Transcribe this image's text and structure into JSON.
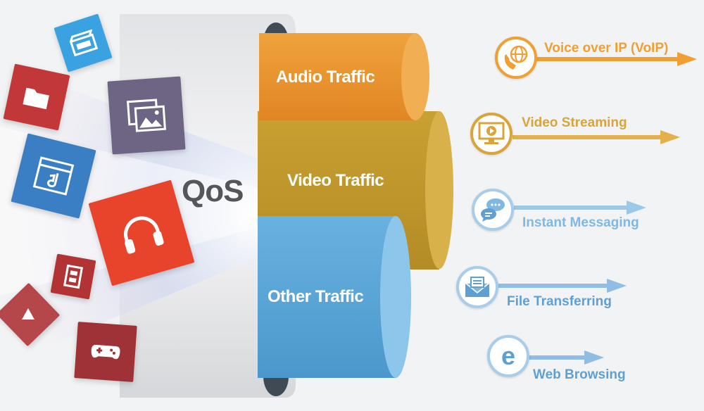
{
  "diagram": {
    "center_label": "QoS",
    "traffic_classes": [
      {
        "label": "Audio Traffic",
        "color": "#e8912c"
      },
      {
        "label": "Video Traffic",
        "color": "#c39a2c"
      },
      {
        "label": "Other Traffic",
        "color": "#5aa6d6"
      }
    ],
    "services": [
      {
        "label": "Voice over IP (VoIP)",
        "icon": "phone-globe-icon",
        "color": "#f0a032"
      },
      {
        "label": "Video Streaming",
        "icon": "monitor-play-icon",
        "color": "#d9a43a"
      },
      {
        "label": "Instant Messaging",
        "icon": "chat-bubbles-icon",
        "color": "#7fb8e0"
      },
      {
        "label": "File Transferring",
        "icon": "envelope-icon",
        "color": "#5f9fd2"
      },
      {
        "label": "Web Browsing",
        "icon": "browser-e-icon",
        "color": "#5f9fd2"
      }
    ],
    "app_tiles": [
      {
        "icon": "film-clapper-icon",
        "color": "#3aa2e0"
      },
      {
        "icon": "folder-icon",
        "color": "#c23838"
      },
      {
        "icon": "image-gallery-icon",
        "color": "#6e6585"
      },
      {
        "icon": "music-file-icon",
        "color": "#3a7fc4"
      },
      {
        "icon": "headphones-icon",
        "color": "#e8432b"
      },
      {
        "icon": "film-strip-icon",
        "color": "#b23333"
      },
      {
        "icon": "play-icon",
        "color": "#b5474b"
      },
      {
        "icon": "gamepad-icon",
        "color": "#9e3236"
      }
    ]
  }
}
